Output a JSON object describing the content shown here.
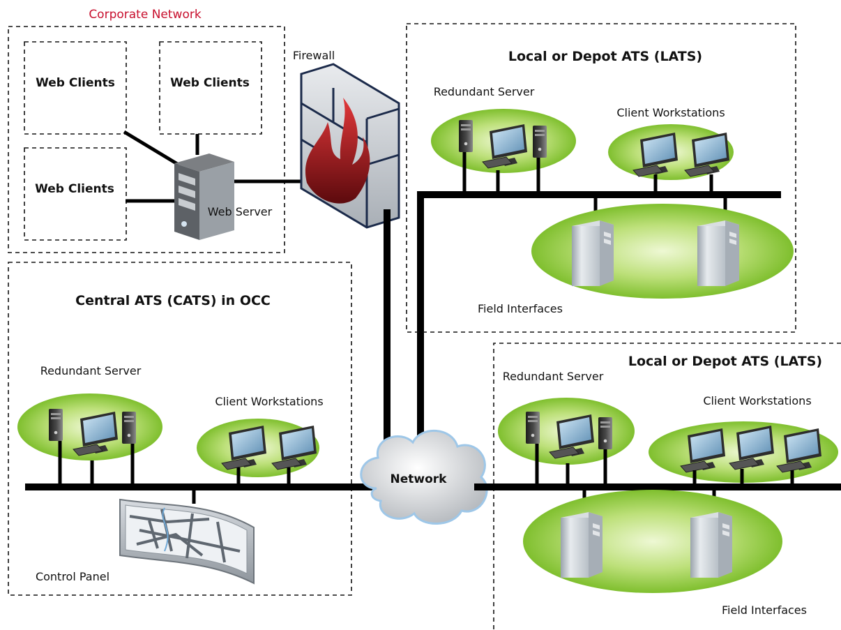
{
  "corporate_network": {
    "title": "Corporate Network",
    "web_clients": [
      "Web Clients",
      "Web Clients",
      "Web Clients"
    ],
    "web_server": "Web Server",
    "firewall": "Firewall"
  },
  "cats": {
    "title": "Central ATS (CATS) in OCC",
    "redundant_server": "Redundant Server",
    "client_workstations": "Client Workstations",
    "control_panel": "Control Panel"
  },
  "network": {
    "label": "Network"
  },
  "lats_top": {
    "title": "Local or Depot ATS (LATS)",
    "redundant_server": "Redundant Server",
    "client_workstations": "Client Workstations",
    "field_interfaces": "Field Interfaces"
  },
  "lats_bottom": {
    "title": "Local or Depot ATS (LATS)",
    "redundant_server": "Redundant Server",
    "client_workstations": "Client Workstations",
    "field_interfaces": "Field Interfaces"
  },
  "colors": {
    "accent_red": "#c8102e",
    "ellipse_green": "#8cc63f",
    "cloud_blue": "#9ec7e8"
  }
}
